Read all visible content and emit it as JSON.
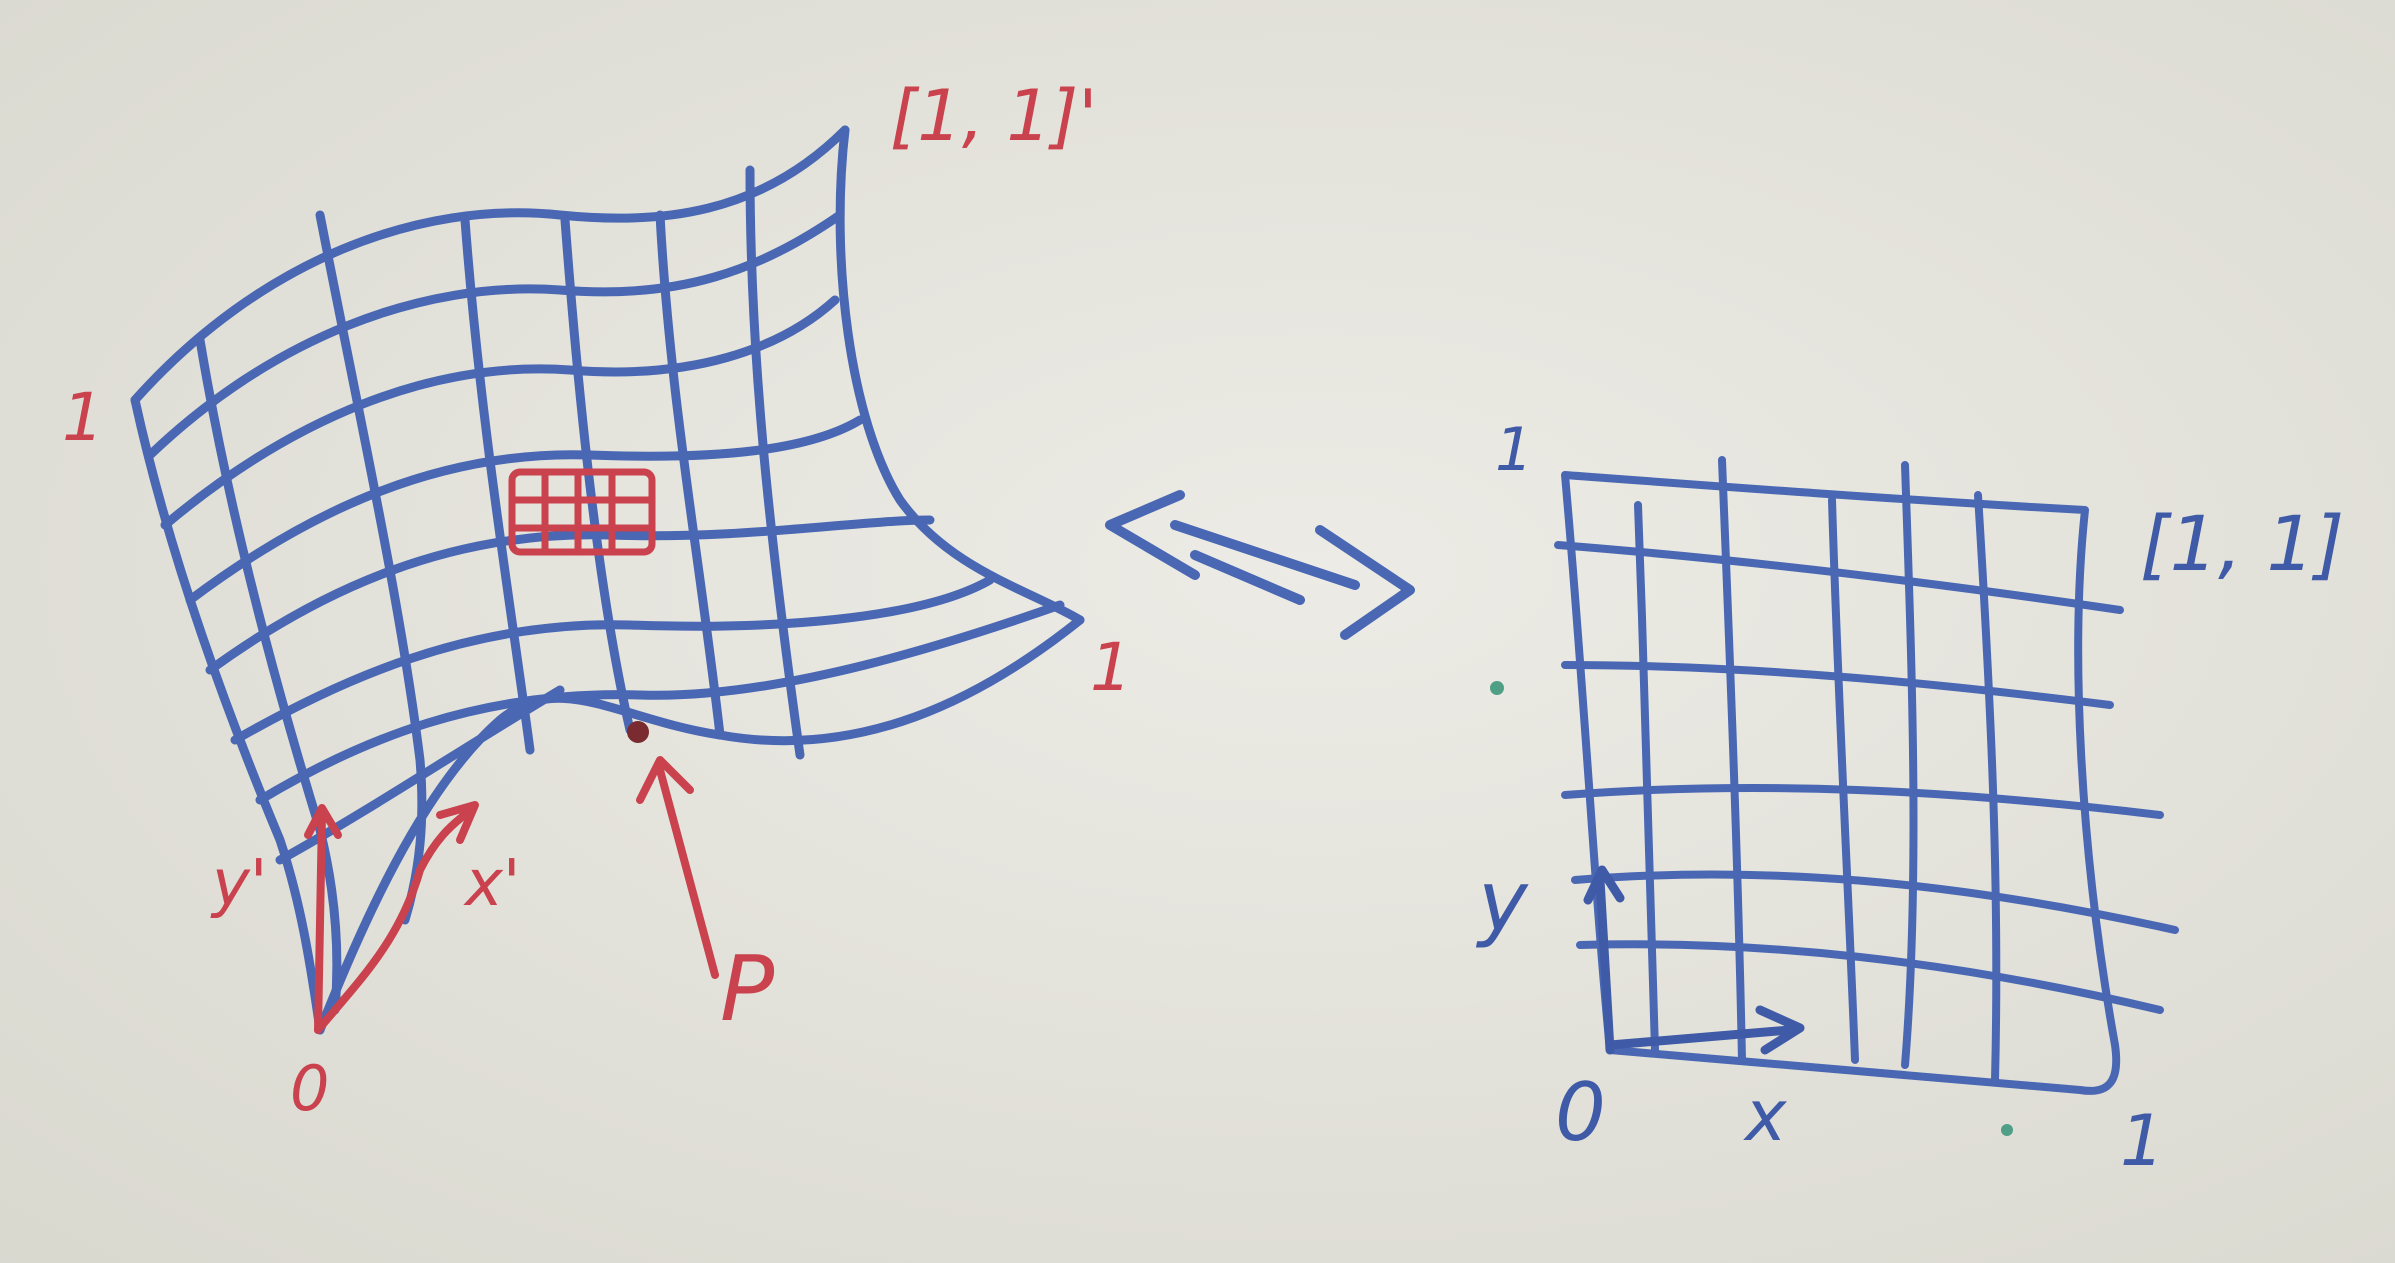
{
  "colors": {
    "board": "#e9e8e1",
    "board_shadow": "#dcdbd2",
    "grid_blue": "#4a67b3",
    "grid_blue_light": "#6f86c4",
    "marker_red": "#c9424d",
    "dot_dark": "#7a2b30",
    "dot_green": "#4f9f86"
  },
  "left_surface": {
    "corner_top_label": "[1, 1]'",
    "corner_left_label": "1",
    "corner_right_label": "1",
    "origin_label": "0",
    "axis_y_label": "y'",
    "axis_x_label": "x'",
    "point_label": "P"
  },
  "exchange_arrow": {
    "icon": "double-arrow-icon"
  },
  "right_square": {
    "corner_top_label": "[1, 1]",
    "corner_left_label": "1",
    "corner_right_label": "1",
    "origin_label": "0",
    "axis_y_label": "y",
    "axis_x_label": "x"
  }
}
